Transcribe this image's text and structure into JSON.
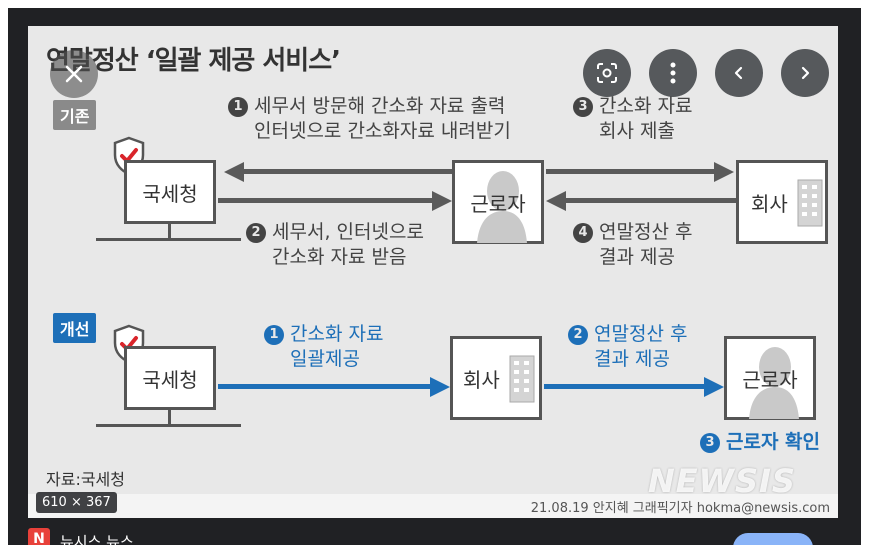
{
  "viewer": {
    "dimensions": "610 × 367",
    "source_name": "뉴시스 뉴스",
    "source_favicon": "N",
    "controls": {
      "close": "close-icon",
      "lens": "lens-icon",
      "more": "more-vert-icon",
      "prev": "chevron-left-icon",
      "next": "chevron-right-icon"
    }
  },
  "infographic": {
    "title": "연말정산 ‘일괄 제공 서비스’",
    "old_tag": "기존",
    "new_tag": "개선",
    "old": {
      "nts_label": "국세청",
      "worker_label": "근로자",
      "company_label": "회사",
      "step1_num": "1",
      "step1_text_a": "세무서 방문해 간소화 자료 출력",
      "step1_text_b": "인터넷으로 간소화자료 내려받기",
      "step2_num": "2",
      "step2_text_a": "세무서, 인터넷으로",
      "step2_text_b": "간소화 자료 받음",
      "step3_num": "3",
      "step3_text_a": "간소화 자료",
      "step3_text_b": "회사 제출",
      "step4_num": "4",
      "step4_text_a": "연말정산 후",
      "step4_text_b": "결과 제공"
    },
    "new": {
      "nts_label": "국세청",
      "company_label": "회사",
      "worker_label": "근로자",
      "step1_num": "1",
      "step1_text_a": "간소화 자료",
      "step1_text_b": "일괄제공",
      "step2_num": "2",
      "step2_text_a": "연말정산 후",
      "step2_text_b": "결과 제공",
      "step3_num": "3",
      "step3_text": "근로자 확인"
    },
    "source": "자료:국세청",
    "watermark": "NEWSIS",
    "credit": "21.08.19 안지혜 그래픽기자 hokma@newsis.com",
    "colors": {
      "blue": "#1d6fb8",
      "gray": "#5a5a5a",
      "shield_red": "#d9252b"
    }
  }
}
